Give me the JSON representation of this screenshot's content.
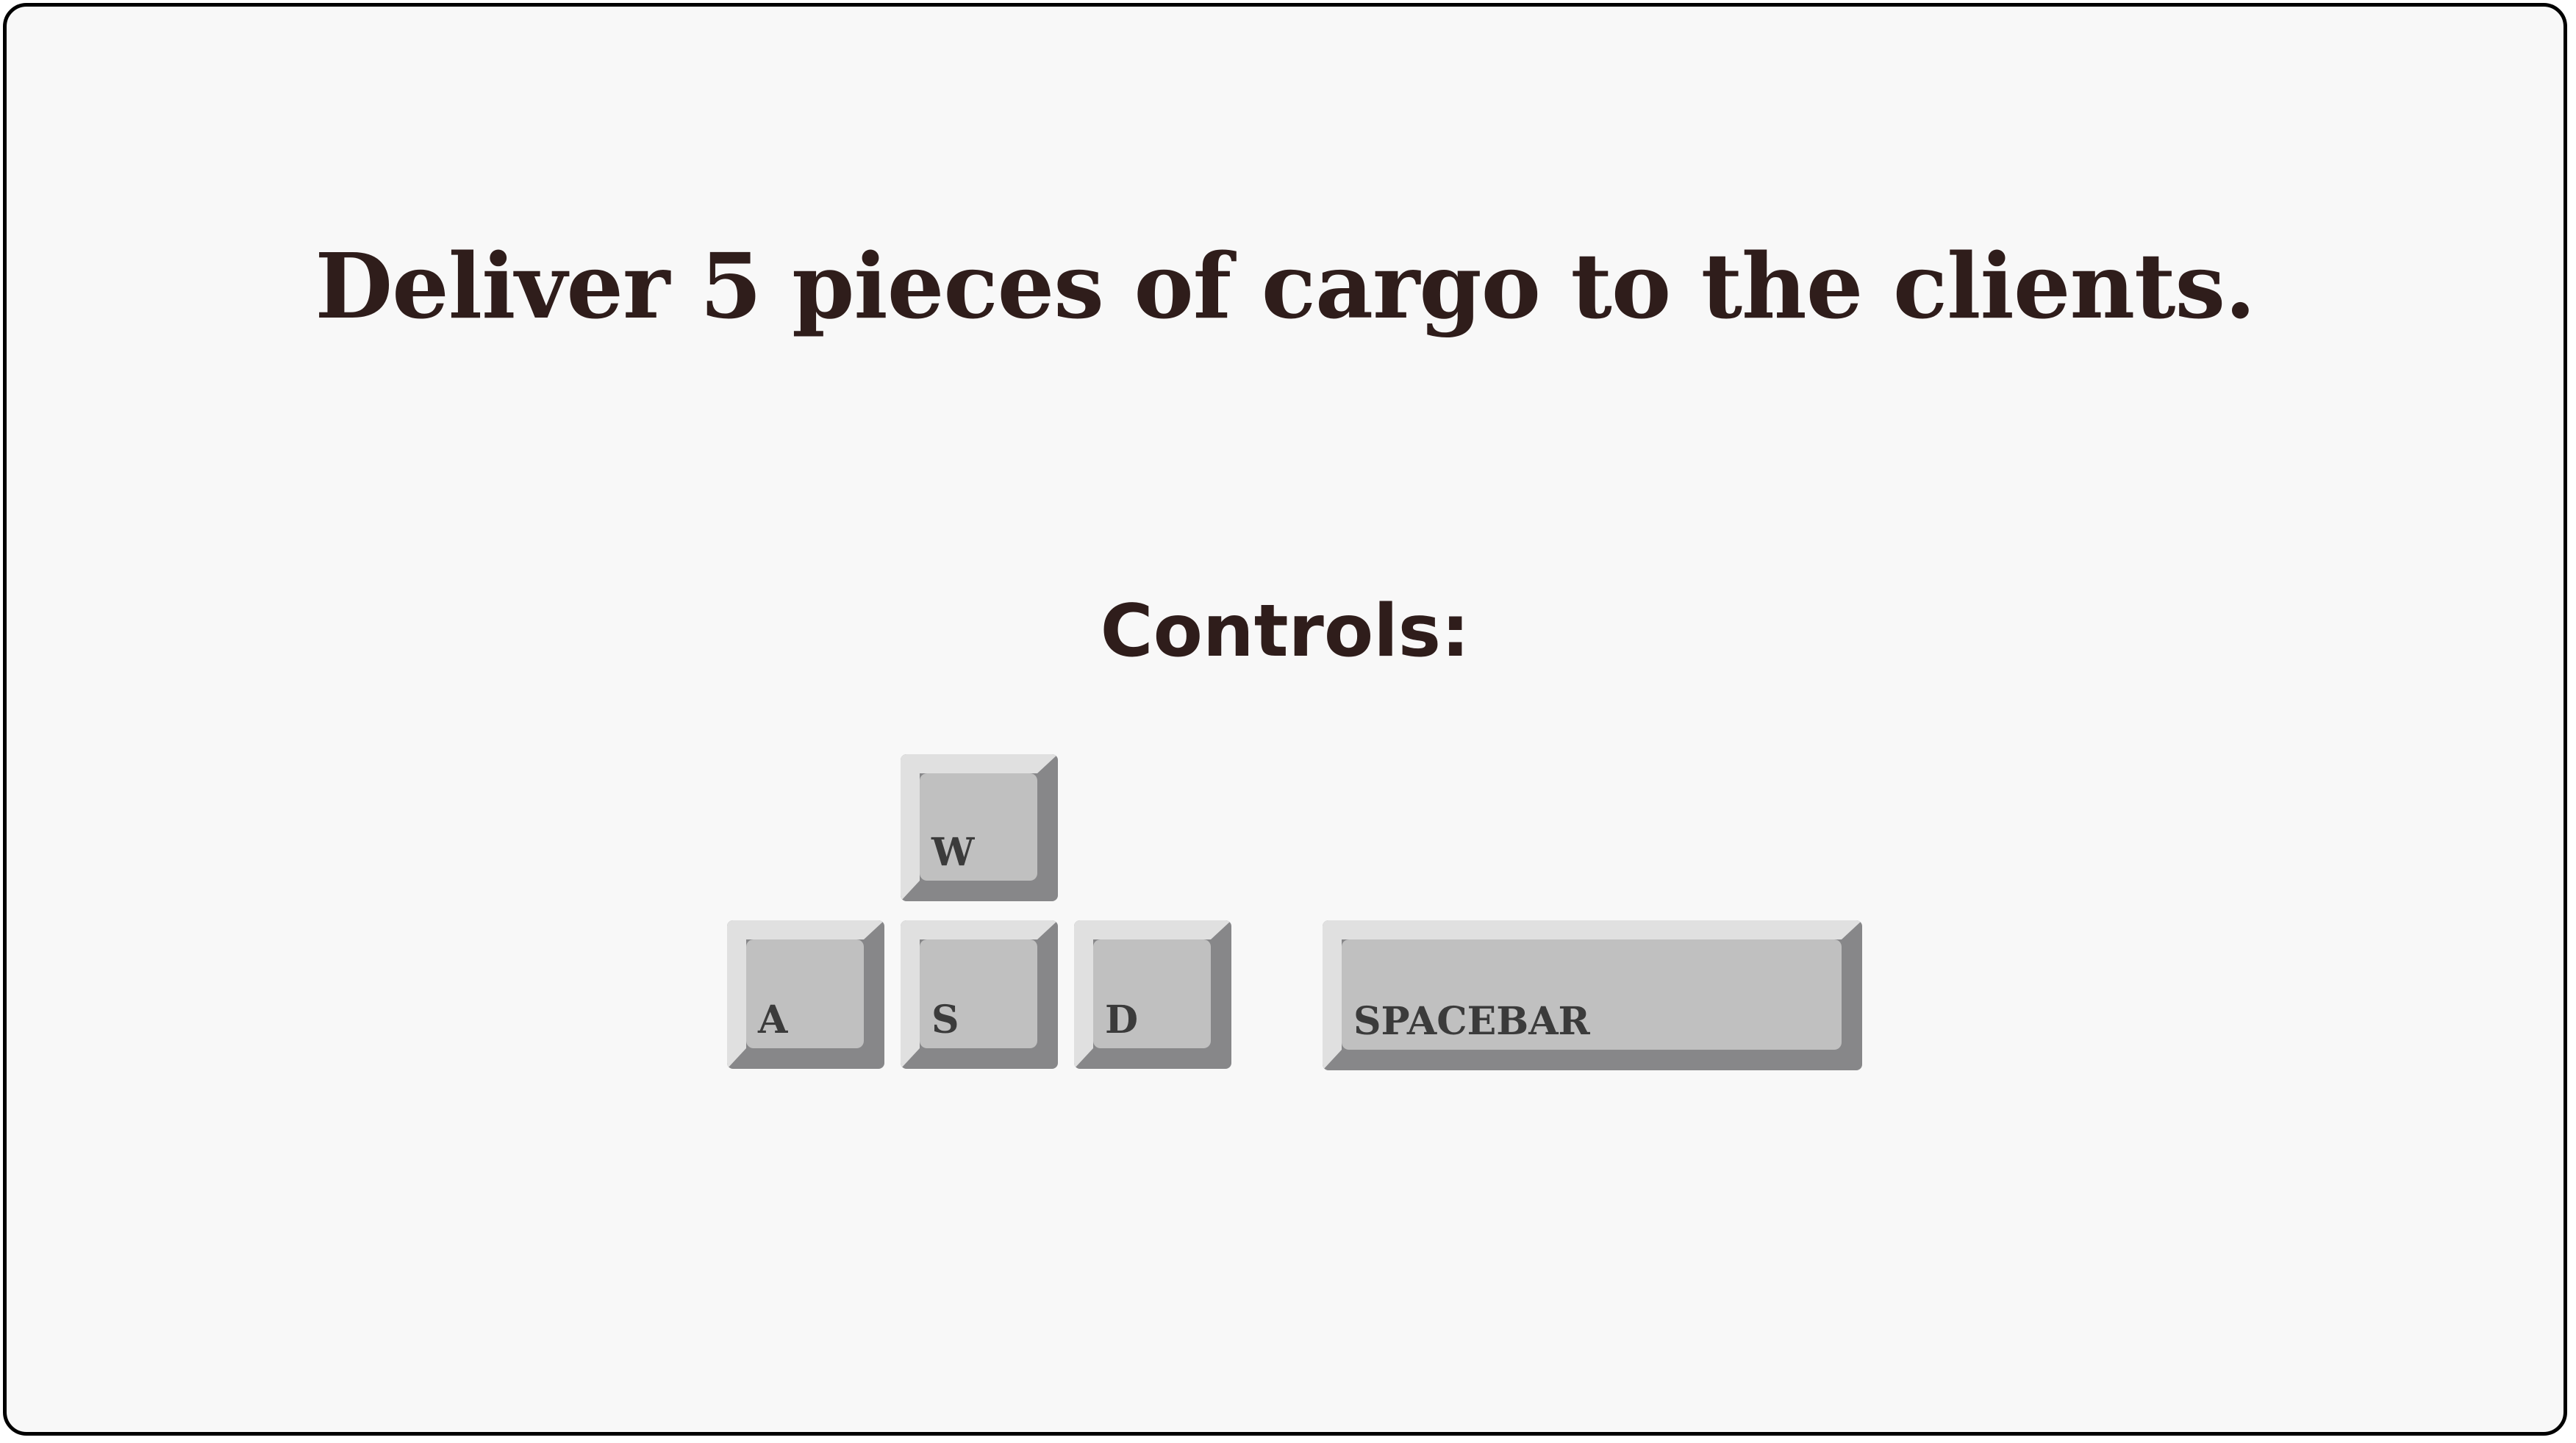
{
  "headline": "Deliver 5 pieces of cargo to the clients.",
  "controls": {
    "title": "Controls:",
    "keys": {
      "w": "W",
      "a": "A",
      "s": "S",
      "d": "D",
      "spacebar": "SPACEBAR"
    }
  },
  "colors": {
    "background": "#f8f8f8",
    "text": "#2f1d1b",
    "key_face": "#c0c0c0",
    "key_highlight": "#e0e0e0",
    "key_shadow": "#878789"
  }
}
